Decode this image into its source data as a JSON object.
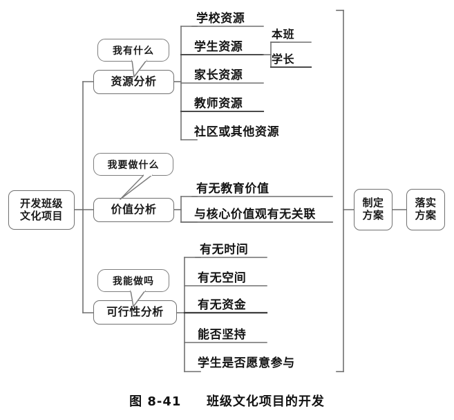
{
  "figure": {
    "caption_number": "图 8-41",
    "caption_title": "班级文化项目的开发",
    "stroke_color": "#6f6f6f",
    "text_color": "#141414",
    "background": "#ffffff"
  },
  "root": {
    "line1": "开发班级",
    "line2": "文化项目"
  },
  "branches": [
    {
      "id": "resource",
      "label": "资源分析",
      "callout": "我有什么"
    },
    {
      "id": "value",
      "label": "价值分析",
      "callout": "我要做什么"
    },
    {
      "id": "feasibility",
      "label": "可行性分析",
      "callout": "我能做吗"
    }
  ],
  "resource_items": [
    {
      "label": "学校资源"
    },
    {
      "label": "学生资源"
    },
    {
      "label": "家长资源"
    },
    {
      "label": "教师资源"
    },
    {
      "label": "社区或其他资源"
    }
  ],
  "student_sub_items": [
    {
      "label": "本班"
    },
    {
      "label": "学长"
    }
  ],
  "value_items": [
    {
      "label": "有无教育价值"
    },
    {
      "label": "与核心价值观有无关联"
    }
  ],
  "feasibility_items": [
    {
      "label": "有无时间"
    },
    {
      "label": "有无空间"
    },
    {
      "label": "有无资金"
    },
    {
      "label": "能否坚持"
    },
    {
      "label": "学生是否愿意参与"
    }
  ],
  "stages": [
    {
      "id": "plan",
      "line1": "制定",
      "line2": "方案"
    },
    {
      "id": "implement",
      "line1": "落实",
      "line2": "方案"
    }
  ]
}
